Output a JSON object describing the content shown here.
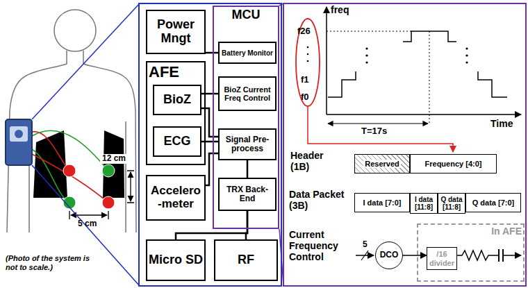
{
  "diagram": {
    "nodes": [
      {
        "text": [
          "Power Mngt"
        ]
      },
      {
        "text": [
          "MCU"
        ]
      },
      {
        "text": [
          "Battery Monitor"
        ],
        "in": 1
      },
      {
        "text": [
          "AFE"
        ]
      },
      {
        "text": [
          "BioZ"
        ],
        "in": 3
      },
      {
        "text": [
          "BioZ Current Freq Control"
        ],
        "in": 1
      },
      {
        "text": [
          "ECG"
        ],
        "in": 3
      },
      {
        "text": [
          "Signal Pre-process"
        ],
        "in": 1
      },
      {
        "text": [
          "Accelero -meter"
        ]
      },
      {
        "text": [
          "TRX Back-End"
        ],
        "in": 1
      },
      {
        "text": [
          "Micro SD"
        ]
      },
      {
        "text": [
          "RF"
        ]
      },
      {
        "text": [
          "Reserved"
        ]
      },
      {
        "text": [
          "Frequency [4:0]"
        ]
      },
      {
        "text": [
          "I data [7:0]"
        ]
      },
      {
        "text": [
          "I data [11:8]"
        ]
      },
      {
        "text": [
          "Q data [11:8]"
        ]
      },
      {
        "text": [
          "Q data [7:0]"
        ]
      },
      {
        "text": [
          "DCO"
        ]
      },
      {
        "text": [
          "In AFE"
        ]
      },
      {
        "text": [
          "/16 divider"
        ],
        "in": 19
      }
    ],
    "edges": [
      {
        "from": 0,
        "to": 2,
        "arrow": "none"
      },
      {
        "from": 4,
        "to": 5,
        "arrow": "none"
      },
      {
        "from": 4,
        "to": 7,
        "arrow": "none"
      },
      {
        "from": 6,
        "to": 7,
        "arrow": "none"
      },
      {
        "from": 8,
        "to": 7,
        "arrow": "none"
      },
      {
        "from": 7,
        "to": 9,
        "arrow": "none"
      },
      {
        "from": 9,
        "to": 10,
        "arrow": "none"
      },
      {
        "from": 9,
        "to": 11,
        "arrow": "none"
      },
      {
        "from": 18,
        "to": 20,
        "arrow": "to"
      }
    ],
    "labels": [
      "12 cm",
      "5 cm",
      "(Photo of the system is not to scale.)",
      "freq",
      "f26",
      "f1",
      "f0",
      "Time",
      "T=17s",
      "Header (1B)",
      "Data Packet (3B)",
      "Current Frequency Control",
      "5"
    ]
  }
}
